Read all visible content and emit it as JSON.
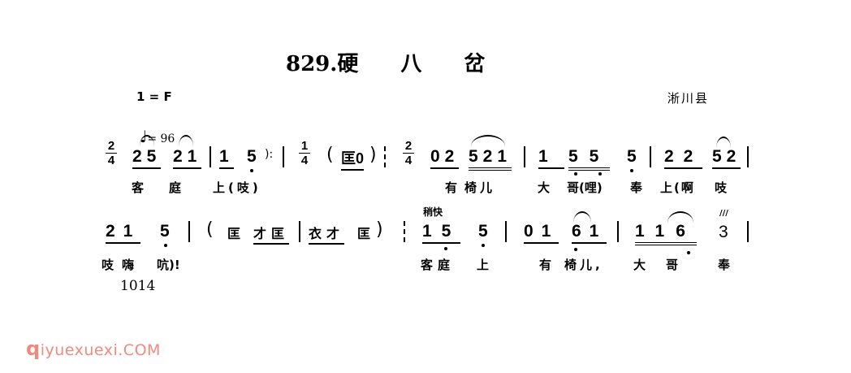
{
  "title": "829.硬　　八　　岔",
  "key": "1 = F",
  "tempo": "= 96",
  "region": "淅川县",
  "page_number": "1014",
  "watermark": {
    "first": "q",
    "rest": "iyuexuexi.COM"
  },
  "row1": {
    "timesig1": [
      "2",
      "4"
    ],
    "n1": "25",
    "n2": "21",
    "n3": "1",
    "n4": "5",
    "n4b": "):",
    "timesig2": [
      "1",
      "4"
    ],
    "paren_open": "(",
    "n5": "匡0",
    "paren_close": ")",
    "timesig3": [
      "2",
      "4"
    ],
    "n6": "02",
    "n7": "521",
    "n8": "1",
    "n9": "55",
    "n10": "5",
    "n11": "22",
    "n12": "52",
    "lyrics": [
      "客",
      "庭",
      "上(吱)",
      "有",
      "椅儿",
      "大",
      "哥(哩)",
      "奉",
      "上(啊",
      "吱"
    ]
  },
  "row2": {
    "n1": "21",
    "n2": "5",
    "paren_open": "(",
    "n3": "匡",
    "n4": "才匡",
    "n5": "衣才",
    "n6": "匡",
    "paren_close": ")",
    "tempo_mark": "稍快",
    "n7": "15",
    "n8": "5",
    "n9": "01",
    "n10": "61",
    "n11": "116",
    "n12": "3",
    "lyrics": [
      "吱嗨",
      "吭)!",
      "客庭",
      "上",
      "有",
      "椅儿,",
      "大",
      "哥",
      "奉"
    ]
  }
}
